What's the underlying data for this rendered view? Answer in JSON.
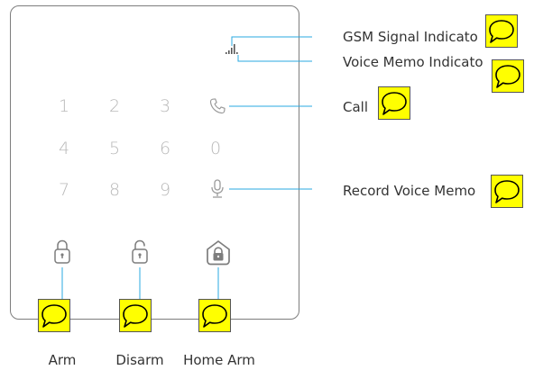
{
  "keypad": {
    "row1": [
      "1",
      "2",
      "3"
    ],
    "row2": [
      "4",
      "5",
      "6",
      "0"
    ],
    "row3": [
      "7",
      "8",
      "9"
    ]
  },
  "callouts": {
    "gsm": "GSM Signal Indicato",
    "voice_memo": "Voice Memo Indicato",
    "call": "Call",
    "record": "Record Voice Memo"
  },
  "bottom_labels": {
    "arm": "Arm",
    "disarm": "Disarm",
    "home_arm": "Home Arm"
  },
  "icons": {
    "call": "phone-icon",
    "record": "microphone-icon",
    "signal": "signal-bars-icon",
    "arm": "lock-closed-icon",
    "disarm": "lock-open-icon",
    "home_arm": "home-lock-icon",
    "note": "speech-bubble-icon"
  },
  "colors": {
    "leader_line": "#29a9e0",
    "note_fill": "#ffff00",
    "key_text": "#b9b9b9",
    "icon_stroke": "#808080"
  }
}
